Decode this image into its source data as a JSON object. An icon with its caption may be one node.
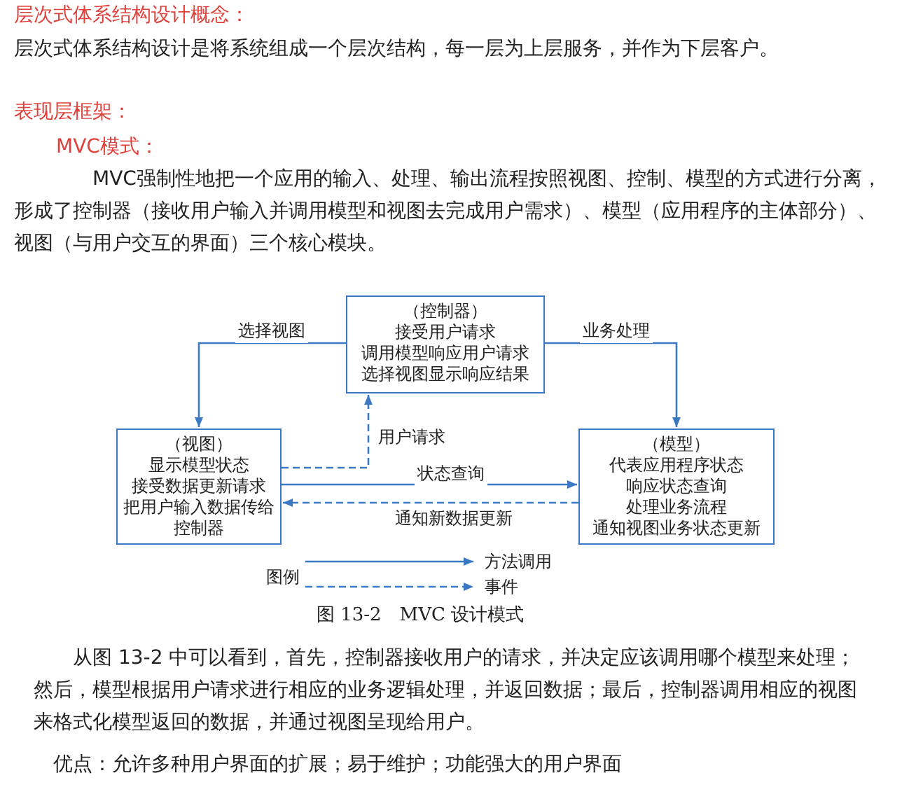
{
  "diagram": {
    "caption": "图 13-2　MVC 设计模式",
    "nodes": [
      {
        "text": [
          "（控制器）",
          "接受用户请求",
          "调用模型响应用户请求",
          "选择视图显示响应结果"
        ]
      },
      {
        "text": [
          "（视图）",
          "显示模型状态",
          "接受数据更新请求",
          "把用户输入数据传给控制器"
        ]
      },
      {
        "text": [
          "（模型）",
          "代表应用程序状态",
          "响应状态查询",
          "处理业务流程",
          "通知视图业务状态更新"
        ]
      }
    ],
    "edges": [
      {
        "from": 0,
        "to": 1,
        "arrow": "to",
        "label": "选择视图"
      },
      {
        "from": 0,
        "to": 2,
        "arrow": "to",
        "label": "业务处理"
      },
      {
        "from": 1,
        "to": 0,
        "arrow": "to",
        "label": "用户请求",
        "style": "dashed"
      },
      {
        "from": 1,
        "to": 2,
        "arrow": "to",
        "label": "状态查询"
      },
      {
        "from": 2,
        "to": 1,
        "arrow": "to",
        "label": "通知新数据更新",
        "style": "dashed"
      }
    ],
    "labels": [
      "层次式体系结构设计概念：",
      "层次式体系结构设计是将系统组成一个层次结构，每一层为上层服务，并作为下层客户。",
      "表现层框架：",
      "MVC模式：",
      "MVC强制性地把一个应用的输入、处理、输出流程按照视图、控制、模型的方式进行分离，形成了控制器（接收用户输入并调用模型和视图去完成用户需求）、模型（应用程序的主体部分）、视图（与用户交互的界面）三个核心模块。",
      "图例",
      "从图 13-2 中可以看到，首先，控制器接收用户的请求，并决定应该调用哪个模型来处理；然后，模型根据用户请求进行相应的业务逻辑处理，并返回数据；最后，控制器调用相应的视图来格式化模型返回的数据，并通过视图呈现给用户。",
      "优点：允许多种用户界面的扩展；易于维护；功能强大的用户界面"
    ],
    "legend": [
      {
        "text": "方法调用"
      },
      {
        "text": "事件"
      }
    ]
  }
}
